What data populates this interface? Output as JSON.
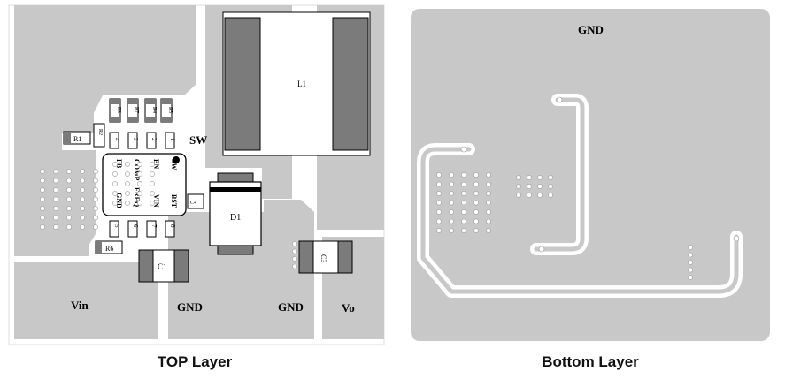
{
  "top_layer": {
    "caption": "TOP Layer",
    "nets": {
      "sw": "SW",
      "vin": "Vin",
      "gnd_left": "GND",
      "gnd_right": "GND",
      "vo": "Vo"
    },
    "components": {
      "l1": "L1",
      "d1": "D1",
      "c1": "C1",
      "c3": "C3",
      "c4": "C4",
      "r1": "R1",
      "r2": "R2",
      "r3": "R3",
      "r4": "R4",
      "r5": "R5",
      "r6": "R6",
      "r7": "R7"
    },
    "ic_pins": {
      "top_numbers": [
        "4",
        "3",
        "2",
        "1"
      ],
      "top_names": [
        "FB",
        "COMP",
        "EN",
        "SW"
      ],
      "bottom_numbers": [
        "5",
        "6",
        "7",
        "8"
      ],
      "bottom_names": [
        "GND",
        "FREQ",
        "VIN",
        "BST"
      ]
    }
  },
  "bottom_layer": {
    "caption": "Bottom Layer",
    "net": "GND"
  },
  "colors": {
    "copper": "#c8c8c8",
    "pad": "#a8a8a8",
    "inductor_pad": "#7b7b7b",
    "outline": "#000000",
    "via": "#ffffff"
  }
}
